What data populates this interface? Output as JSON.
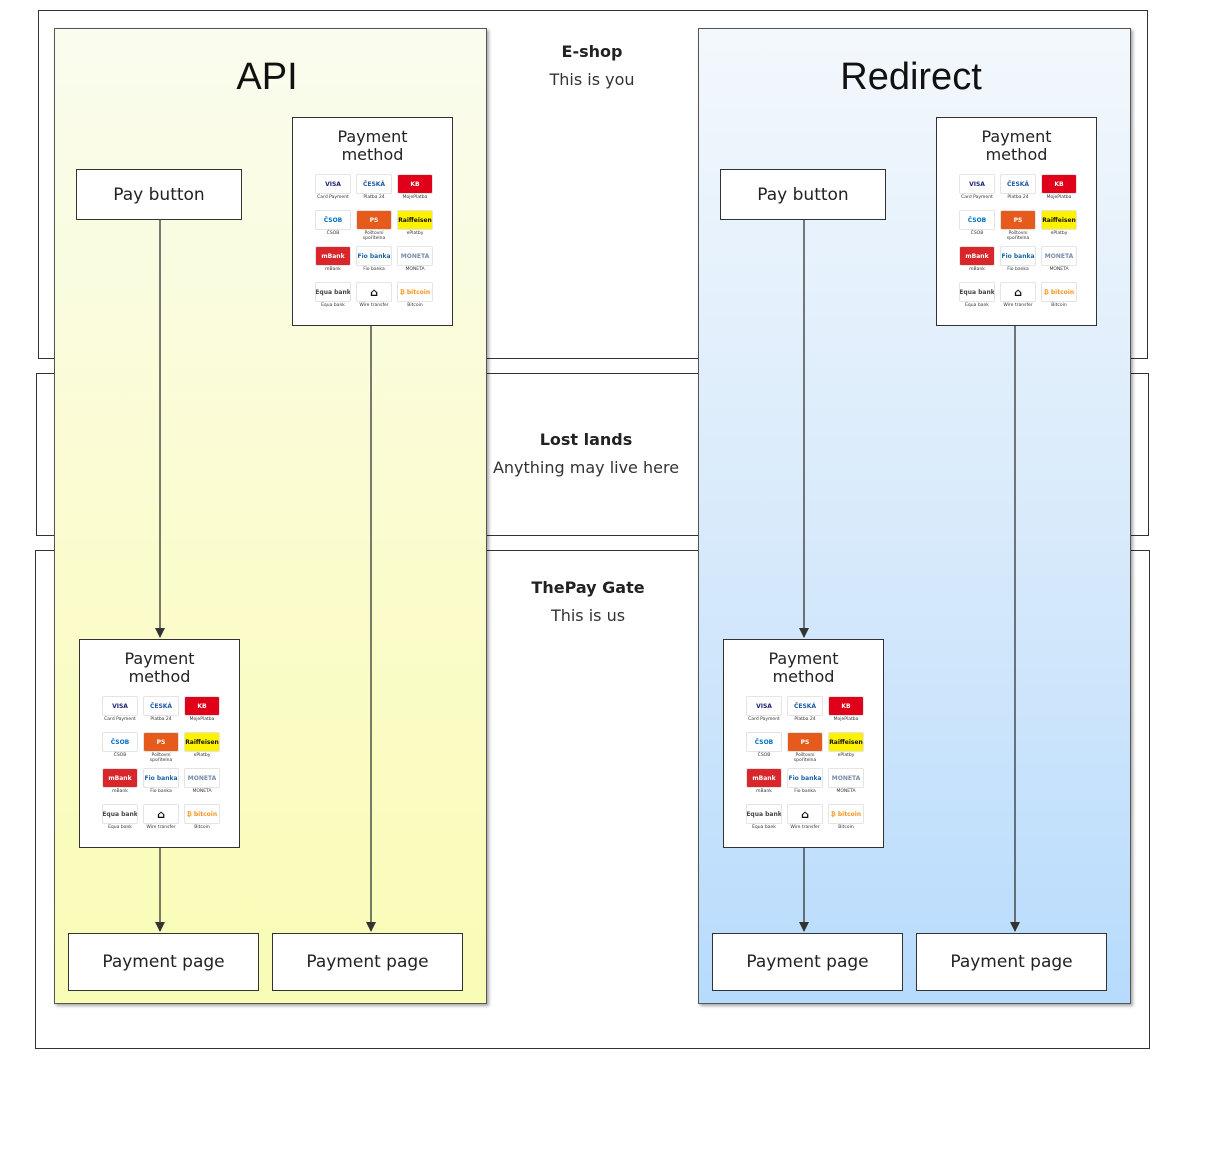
{
  "zones": {
    "eshop": {
      "title": "E-shop",
      "subtitle": "This is you"
    },
    "lost": {
      "title": "Lost lands",
      "subtitle": "Anything may live here"
    },
    "gate": {
      "title": "ThePay Gate",
      "subtitle": "This is us"
    }
  },
  "columns": {
    "api": {
      "title": "API",
      "accent": "#f9fcb5"
    },
    "redirect": {
      "title": "Redirect",
      "accent": "#b7dbfd"
    }
  },
  "pay_button": "Pay button",
  "payment_page": "Payment page",
  "payment_method": {
    "title": "Payment\nmethod",
    "methods": [
      {
        "logo": "VISA",
        "label": "Card Payment",
        "color": "#1a1f71",
        "bg": "#ffffff"
      },
      {
        "logo": "ČESKÁ",
        "label": "Platba 24",
        "color": "#1f5aa8",
        "bg": "#ffffff"
      },
      {
        "logo": "KB",
        "label": "MojePlatba",
        "color": "#ffffff",
        "bg": "#e0001a"
      },
      {
        "logo": "ČSOB",
        "label": "ČSOB",
        "color": "#0070c0",
        "bg": "#ffffff"
      },
      {
        "logo": "PS",
        "label": "Poštovní spořitelna",
        "color": "#ffffff",
        "bg": "#e65a1c"
      },
      {
        "logo": "Raiffeisen",
        "label": "ePlatby",
        "color": "#111111",
        "bg": "#fff200"
      },
      {
        "logo": "mBank",
        "label": "mBank",
        "color": "#ffffff",
        "bg": "#d9262b"
      },
      {
        "logo": "Fio banka",
        "label": "Fio banka",
        "color": "#1b65a6",
        "bg": "#ffffff"
      },
      {
        "logo": "MONETA",
        "label": "MONETA",
        "color": "#7a8aa8",
        "bg": "#ffffff"
      },
      {
        "logo": "Equa bank",
        "label": "Equa bank",
        "color": "#444444",
        "bg": "#ffffff"
      },
      {
        "logo": "bank-icon",
        "label": "Wire transfer",
        "color": "#111111",
        "bg": "#ffffff"
      },
      {
        "logo": "bitcoin",
        "label": "Bitcoin",
        "color": "#f7931a",
        "bg": "#ffffff"
      }
    ]
  }
}
